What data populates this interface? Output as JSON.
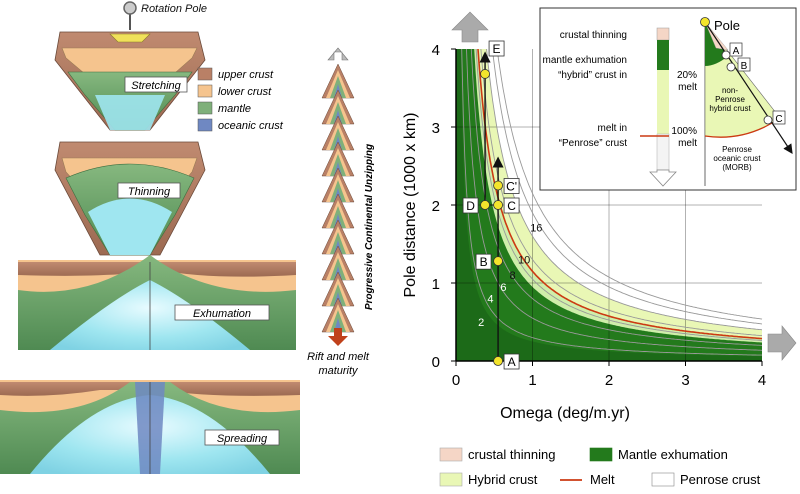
{
  "left_panel": {
    "pole_label": "Rotation Pole",
    "stages": [
      "Stretching",
      "Thinning",
      "Exhumation",
      "Spreading"
    ],
    "legend": [
      {
        "label": "upper crust",
        "color": "#b98066"
      },
      {
        "label": "lower crust",
        "color": "#f5c48e"
      },
      {
        "label": "mantle",
        "color": "#7fb07a"
      },
      {
        "label": "oceanic crust",
        "color": "#6f88c2"
      }
    ],
    "unzip_label": "Progressive Continental Unzipping",
    "maturity_label_1": "Rift and melt",
    "maturity_label_2": "maturity"
  },
  "chart_data": {
    "type": "line",
    "xlabel": "Omega (deg/m.yr)",
    "ylabel": "Pole distance (1000 x km)",
    "xlim": [
      0,
      4
    ],
    "ylim": [
      0,
      4
    ],
    "xticks": [
      "0",
      "1",
      "2",
      "3",
      "4"
    ],
    "yticks": [
      "0",
      "1",
      "2",
      "3",
      "4"
    ],
    "grid": true,
    "contour_labels": [
      "2",
      "4",
      "6",
      "8",
      "10",
      "16"
    ],
    "contours": [
      {
        "label": "2",
        "k": 0.3
      },
      {
        "label": "4",
        "k": 0.55
      },
      {
        "label": "6",
        "k": 0.8
      },
      {
        "label": "8",
        "k": 1.05
      },
      {
        "label": "10",
        "k": 1.3
      },
      {
        "label": "",
        "k": 1.6
      },
      {
        "label": "16",
        "k": 1.9
      },
      {
        "label": "",
        "k": 2.15
      }
    ],
    "exhumation_k": 0.95,
    "melt_k": 1.15,
    "points": [
      {
        "label": "A",
        "x": 0.55,
        "y": 0.0
      },
      {
        "label": "B",
        "x": 0.55,
        "y": 1.28
      },
      {
        "label": "C",
        "x": 0.55,
        "y": 2.0
      },
      {
        "label": "C'",
        "x": 0.55,
        "y": 2.25
      },
      {
        "label": "D",
        "x": 0.38,
        "y": 2.0
      },
      {
        "label": "E",
        "x": 0.38,
        "y": 4.0
      }
    ],
    "extra_points": [
      {
        "x": 0.38,
        "y": 3.68
      }
    ],
    "legend": [
      {
        "label": "crustal thinning",
        "color": "#f5d6c6"
      },
      {
        "label": "Mantle exhumation",
        "color": "#237a1c"
      },
      {
        "label": "Hybrid crust",
        "color": "#e9f7b5"
      },
      {
        "label": "Melt",
        "color": "#cc3a12"
      },
      {
        "label": "Penrose crust",
        "color": "#ffffff"
      }
    ]
  },
  "inset": {
    "labels": [
      "crustal thinning",
      "mantle exhumation",
      "“hybrid” crust in",
      "melt in",
      "“Penrose” crust"
    ],
    "pole_label": "Pole",
    "melt_20": "20%",
    "melt_20b": "melt",
    "melt_100": "100%",
    "melt_100b": "melt",
    "nonpenrose_1": "non-",
    "nonpenrose_2": "Penrose",
    "nonpenrose_3": "hybrid crust",
    "penrose_1": "Penrose",
    "penrose_2": "oceanic crust",
    "penrose_3": "(MORB)",
    "points": [
      "A",
      "B",
      "C"
    ]
  }
}
